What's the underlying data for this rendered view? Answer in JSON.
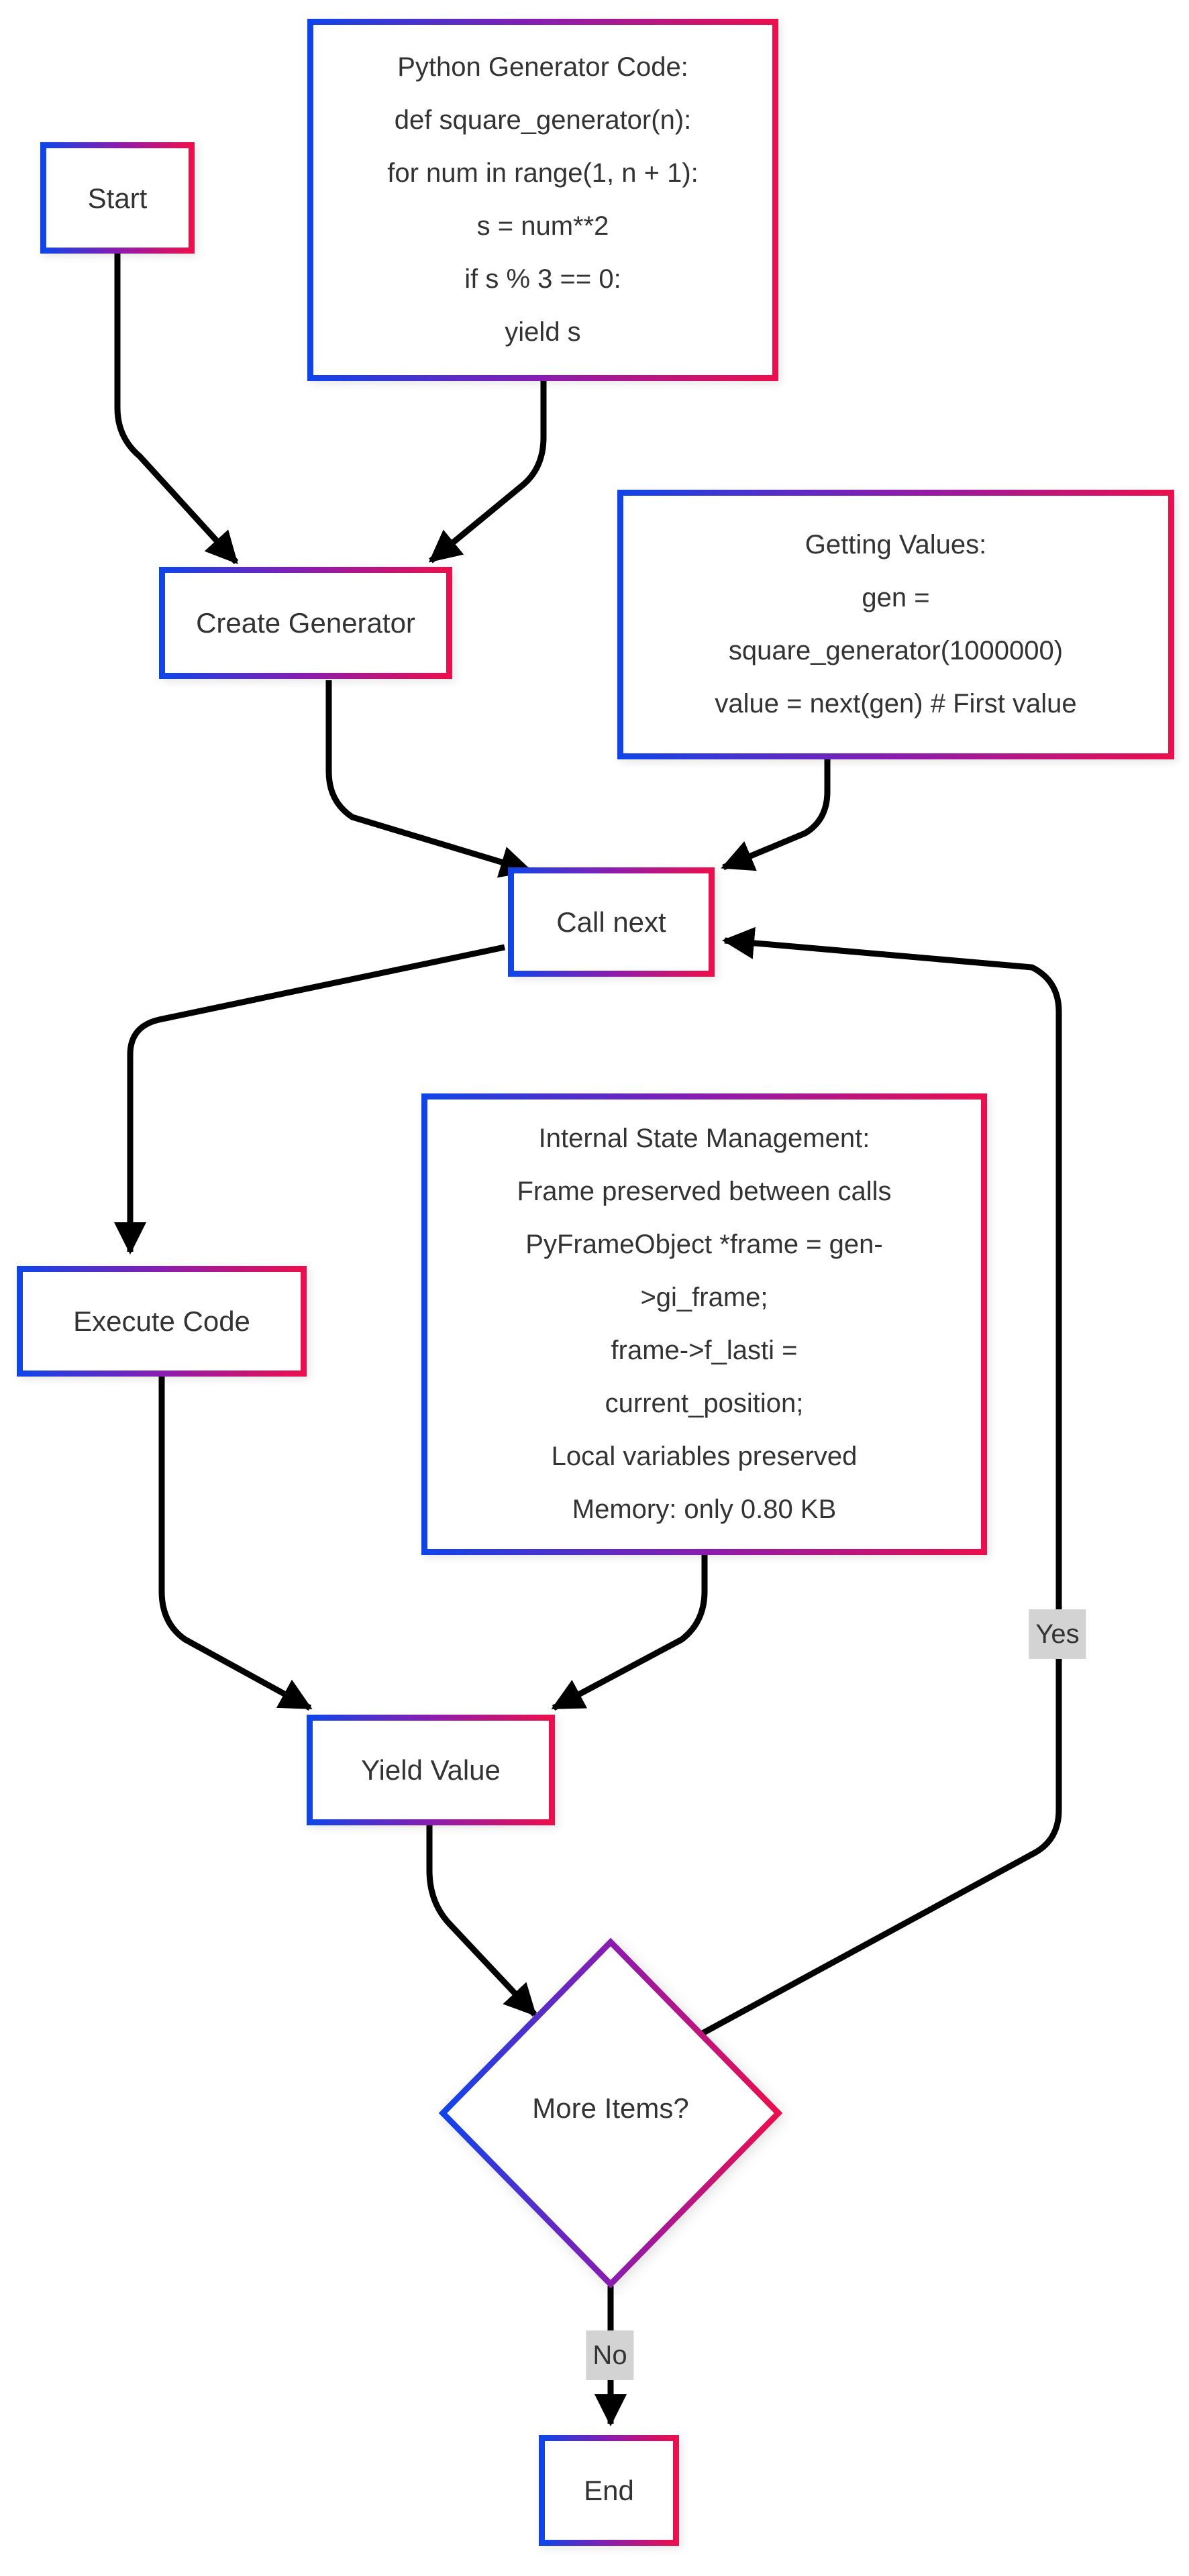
{
  "diagram": {
    "background": "#ffffff",
    "colors": {
      "gradient_start": "#1144e8",
      "gradient_mid": "#8a1cb0",
      "gradient_end": "#ea0f4e",
      "edge_color": "#000000",
      "text_color": "#333333",
      "edge_label_bg": "#d3d3d3"
    },
    "nodes": {
      "start": {
        "label": "Start"
      },
      "python_code": {
        "lines": [
          "Python Generator Code:",
          "def square_generator(n):",
          "for num in range(1, n + 1):",
          "s = num**2",
          "if s % 3 == 0:",
          "yield s"
        ]
      },
      "create_generator": {
        "label": "Create Generator"
      },
      "getting_values": {
        "lines": [
          "Getting Values:",
          "gen =",
          "square_generator(1000000)",
          "value = next(gen)  # First value"
        ]
      },
      "call_next": {
        "label": "Call next"
      },
      "execute_code": {
        "label": "Execute Code"
      },
      "internal_state": {
        "lines": [
          "Internal State Management:",
          "Frame preserved between calls",
          "PyFrameObject *frame = gen-",
          ">gi_frame;",
          "frame->f_lasti =",
          "current_position;",
          "Local variables preserved",
          "Memory: only 0.80 KB"
        ]
      },
      "yield_value": {
        "label": "Yield Value"
      },
      "more_items": {
        "label": "More Items?"
      },
      "end": {
        "label": "End"
      }
    },
    "edge_labels": {
      "yes": "Yes",
      "no": "No"
    }
  }
}
